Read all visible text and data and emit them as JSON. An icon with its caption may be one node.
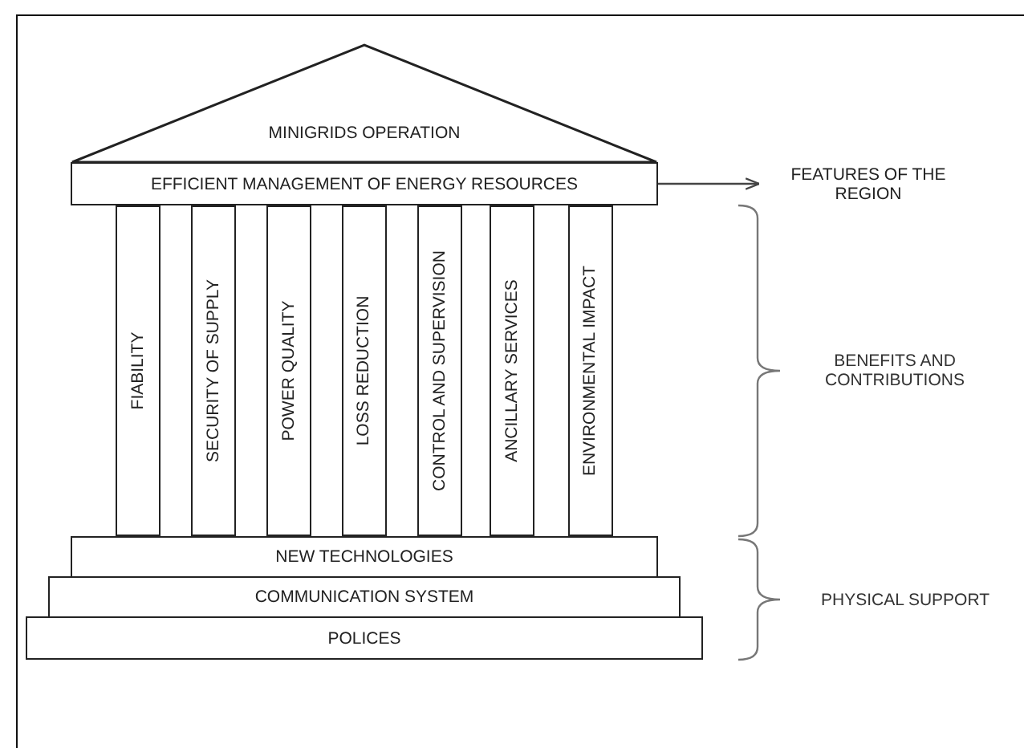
{
  "diagram": {
    "nodes": [
      {
        "text": [
          "MINIGRIDS OPERATION"
        ]
      },
      {
        "text": [
          "EFFICIENT MANAGEMENT OF ENERGY RESOURCES"
        ]
      },
      {
        "text": [
          "FEATURES OF THE REGION"
        ]
      },
      {
        "text": [
          "FIABILITY"
        ]
      },
      {
        "text": [
          "SECURITY OF SUPPLY"
        ]
      },
      {
        "text": [
          "POWER QUALITY"
        ]
      },
      {
        "text": [
          "LOSS REDUCTION"
        ]
      },
      {
        "text": [
          "CONTROL AND SUPERVISION"
        ]
      },
      {
        "text": [
          "ANCILLARY SERVICES"
        ]
      },
      {
        "text": [
          "ENVIRONMENTAL IMPACT"
        ]
      },
      {
        "text": [
          "NEW TECHNOLOGIES"
        ]
      },
      {
        "text": [
          "COMMUNICATION SYSTEM"
        ]
      },
      {
        "text": [
          "POLICES"
        ]
      }
    ],
    "edges": [
      {
        "from": 1,
        "to": 2,
        "arrow": "to"
      }
    ],
    "labels": [
      "BENEFITS AND CONTRIBUTIONS",
      "PHYSICAL SUPPORT"
    ]
  }
}
